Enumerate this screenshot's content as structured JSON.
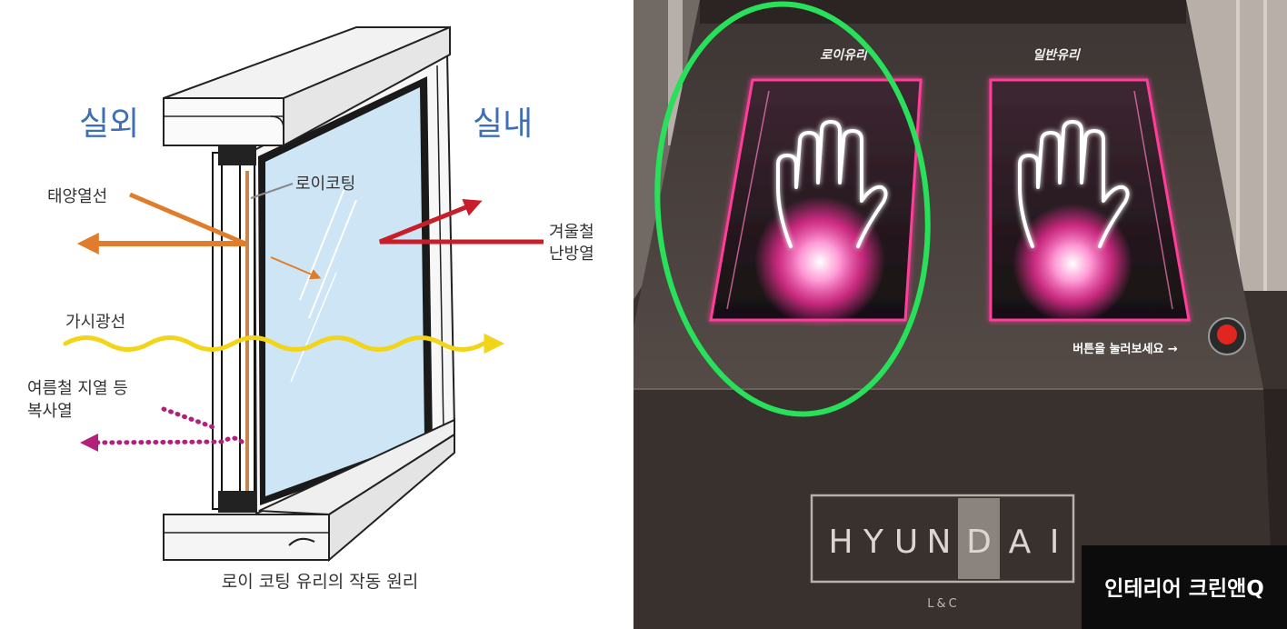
{
  "left_panel": {
    "outdoor_label": "실외",
    "indoor_label": "실내",
    "solar_heat_label": "태양열선",
    "low_e_coating_label": "로이코팅",
    "winter_heating_label_line1": "겨울철",
    "winter_heating_label_line2": "난방열",
    "visible_light_label": "가시광선",
    "summer_radiant_label_line1": "여름철 지열 등",
    "summer_radiant_label_line2": "복사열",
    "caption": "로이 코팅 유리의 작동 원리"
  },
  "right_panel": {
    "low_e_glass_label": "로이유리",
    "normal_glass_label": "일반유리",
    "button_prompt": "버튼을 눌러보세요 →",
    "brand_letters": [
      "H",
      "Y",
      "U",
      "N",
      "D",
      "A",
      "I"
    ],
    "brand_sub": "L&C",
    "watermark": "인테리어 크린앤Q"
  },
  "colors": {
    "side_label_blue": "#3d6fb6",
    "solar_heat_orange": "#e07d2c",
    "winter_heat_red": "#c81e2a",
    "visible_light_yellow": "#f2d418",
    "radiant_heat_magenta": "#b3207c",
    "low_e_coating_copper": "#c7854e",
    "glass_blue": "#cde5f5",
    "highlight_ellipse_green": "#28e05a",
    "glow_pink": "#ff3d9a"
  }
}
